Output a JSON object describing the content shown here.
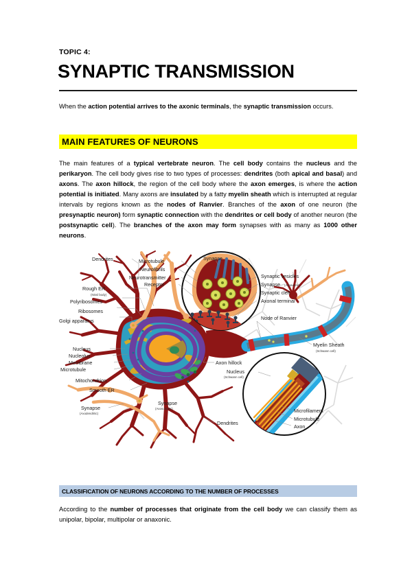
{
  "document": {
    "topic_label": "TOPIC 4:",
    "title": "SYNAPTIC TRANSMISSION",
    "intro": {
      "part1": "When the ",
      "bold1": "action potential arrives to the axonic terminals",
      "part2": ", the ",
      "bold2": "synaptic transmission",
      "part3": " occurs."
    }
  },
  "section_main": {
    "heading": "MAIN FEATURES OF NEURONS",
    "heading_highlight": "#ffff00",
    "paragraph": {
      "s1": "The main features of a ",
      "b1": "typical vertebrate neuron",
      "s2": ". The ",
      "b2": "cell body",
      "s3": " contains the ",
      "b3": "nucleus",
      "s4": " and the ",
      "b4": "perikaryon",
      "s5": ". The cell body gives rise to two types of processes: ",
      "b5": "dendrites",
      "s6": " (both ",
      "b6": "apical and basal",
      "s7": ") and ",
      "b7": "axons",
      "s8": ". The ",
      "b8": "axon hillock",
      "s9": ", the region of the cell body where the ",
      "b9": "axon emerges",
      "s10": ", is where the ",
      "b10": "action potential is initiated",
      "s11": ". Many axons are ",
      "b11": "insulated",
      "s12": " by a fatty ",
      "b12": "myelin sheath",
      "s13": " which is interrupted at regular intervals by regions known as the ",
      "b13": "nodes of Ranvier",
      "s14": ". Branches of the ",
      "b14": "axon",
      "s15": " of one neuron (the ",
      "b15": "presynaptic neuron)",
      "s16": " form ",
      "b16": "synaptic connection",
      "s17": " with the ",
      "b17": "dendrites or cell body",
      "s18": " of another neuron (the ",
      "b18": "postsynaptic cell",
      "s19": "). The ",
      "b19": "branches of the axon may form",
      "s20": " synapses with as many as ",
      "b20": "1000 other neurons",
      "s21": "."
    }
  },
  "section_classification": {
    "heading": "CLASSIFICATION OF NEURONS ACCORDING TO THE NUMBER OF PROCESSES",
    "heading_highlight": "#b8cce4",
    "paragraph": {
      "s1": "According to the ",
      "b1": "number of processes that originate from the cell body",
      "s2": " we can classify them as unipolar, bipolar, multipolar or anaxonic."
    }
  },
  "figure": {
    "alt": "Anatomy of a multipolar neuron with synapse and myelinated axon insets",
    "labels": {
      "dendrites_top": "Dendrites",
      "rough_er": "Rough ER",
      "rough_er_sub": "(Nissl body)",
      "polyribosomes": "Polyribosomes",
      "ribosomes": "Ribosomes",
      "golgi": "Golgi apparatus",
      "nucleus": "Nucleus",
      "nucleolus": "Nucleolus",
      "membrane": "Membrane",
      "microtubule_soma": "Microtubule",
      "mitochondrion": "Mitochondrion",
      "smooth_er": "Smooth ER",
      "synapse_axodendritic": "Synapse",
      "synapse_axodendritic_sub": "(Axodendritic)",
      "synapse_axosomatic": "Synapse",
      "synapse_axosomatic_sub": "(Axosomatic)",
      "microtubule_inset": "Microtubule",
      "neurofibrils": "Neurofibrils",
      "neurotransmitter": "Neurotransmitter",
      "receptor": "Receptor",
      "synapse_inset": "Synapse",
      "synaptic_vesicles": "Synaptic vesicles",
      "synapse_axoaxonic": "Synapse",
      "synapse_axoaxonic_sub": "(Axoaxonic)",
      "synaptic_cleft": "Synaptic cleft",
      "axonal_terminal": "Axonal terminal",
      "node_of_ranvier": "Node of Ranvier",
      "axon_hillock": "Axon hillock",
      "myelin_sheath": "Myelin Sheath",
      "myelin_sheath_sub": "(Schwann cell)",
      "nucleus_schwann": "Nucleus",
      "nucleus_schwann_sub": "(Schwann cell)",
      "microfilament": "Microfilament",
      "microtubule_axon": "Microtubule",
      "axon": "Axon",
      "dendrites_bottom": "Dendrites"
    },
    "colors": {
      "soma": "#8e1616",
      "cytoplasm": "#2f9fc0",
      "er_purple": "#6b3fa0",
      "nucleus_orange": "#f5a623",
      "nucleolus_green": "#2e8b57",
      "golgi_yellow": "#d4aa2a",
      "myelin_cyan": "#29abe2",
      "axon_core": "#5a7a8c",
      "node_red": "#cc2222",
      "axon_terminal_orange": "#f0a868",
      "ghost_gray": "#d8d8d8",
      "vesicle_yellow": "#d8e05a"
    }
  }
}
